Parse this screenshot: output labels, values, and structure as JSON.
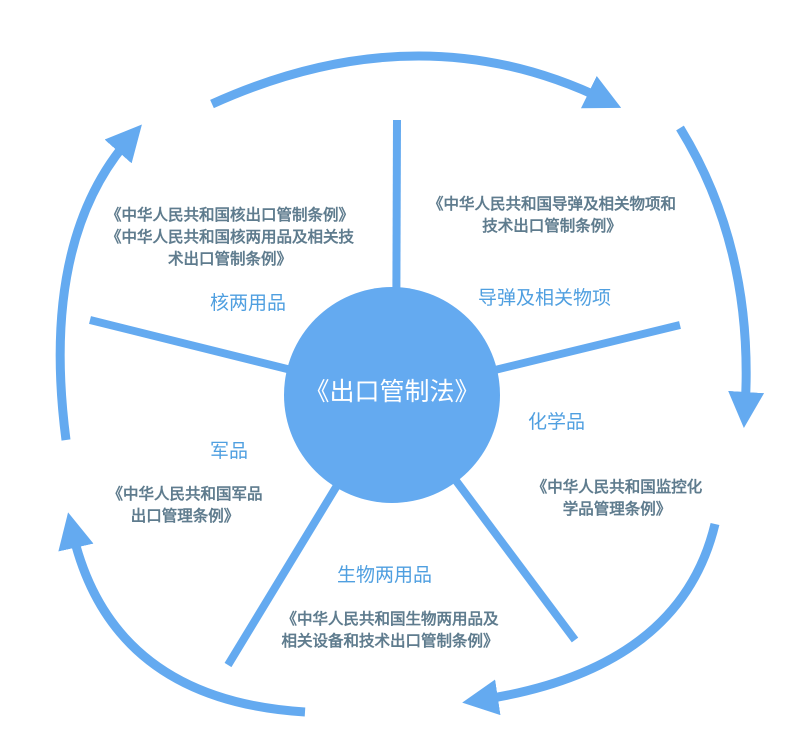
{
  "center_label": "《出口管制法》",
  "colors": {
    "accent": "#64aaf0",
    "law_text": "#5f7c8e",
    "category_text": "#4f9fe0"
  },
  "sectors": [
    {
      "category": "核两用品",
      "laws": [
        "《中华人民共和国核出口管制条例》",
        "《中华人民共和国核两用品及相关技",
        "术出口管制条例》"
      ]
    },
    {
      "category": "导弹及相关物项",
      "laws": [
        "《中华人民共和国导弹及相关物项和",
        "技术出口管制条例》"
      ]
    },
    {
      "category": "化学品",
      "laws": [
        "《中华人民共和国监控化",
        "学品管理条例》"
      ]
    },
    {
      "category": "生物两用品",
      "laws": [
        "《中华人民共和国生物两用品及",
        "相关设备和技术出口管制条例》"
      ]
    },
    {
      "category": "军品",
      "laws": [
        "《中华人民共和国军品",
        "出口管理条例》"
      ]
    }
  ]
}
